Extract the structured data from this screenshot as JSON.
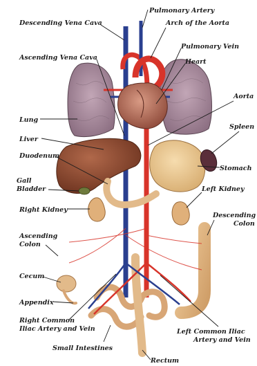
{
  "labels": {
    "pulmonary_artery": "Pulmonary Artery",
    "descending_vena_cava": "Descending Vena Cava",
    "arch_of_aorta": "Arch of the Aorta",
    "pulmonary_vein": "Pulmonary Vein",
    "ascending_vena_cava": "Ascending Vena Cava",
    "heart": "Heart",
    "aorta": "Aorta",
    "lung": "Lung",
    "spleen": "Spleen",
    "liver": "Liver",
    "duodenum": "Duodenum",
    "stomach": "Stomach",
    "gall_bladder_line1": "Gall",
    "gall_bladder_line2": "Bladder",
    "left_kidney": "Left Kidney",
    "right_kidney": "Right Kidney",
    "descending_colon_line1": "Descending",
    "descending_colon_line2": "Colon",
    "ascending_colon_line1": "Ascending",
    "ascending_colon_line2": "Colon",
    "cecum": "Cecum",
    "appendix": "Appendix",
    "right_common_line1": "Right Common",
    "right_common_line2": "Iliac Artery and Vein",
    "left_common_line1": "Left Common Iliac",
    "left_common_line2": "Artery and Vein",
    "small_intestines": "Small Intestines",
    "rectum": "Rectum"
  },
  "colors": {
    "artery": "#d8342a",
    "vein": "#2a3f8f",
    "lung": "#a88a9e",
    "liver": "#8a4a2e",
    "stomach": "#e8c890",
    "spleen": "#5a2e3a",
    "intestine": "#e2ba8a",
    "kidney": "#e0b07a",
    "heart": "#b45a4a"
  }
}
